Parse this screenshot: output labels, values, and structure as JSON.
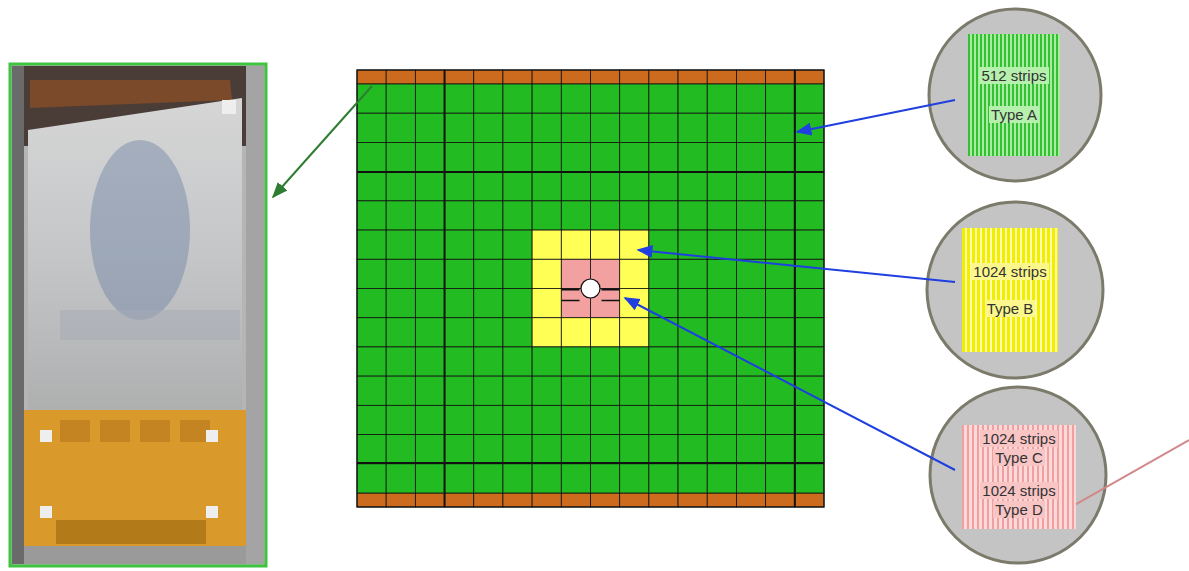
{
  "diagram": {
    "nodes": [
      {
        "text": [
          "512 strips",
          "Type A"
        ]
      },
      {
        "text": [
          "1024 strips",
          "Type B"
        ]
      },
      {
        "text": [
          "1024 strips",
          "Type C"
        ]
      },
      {
        "text": [
          "1024 strips",
          "Type D"
        ]
      }
    ]
  }
}
